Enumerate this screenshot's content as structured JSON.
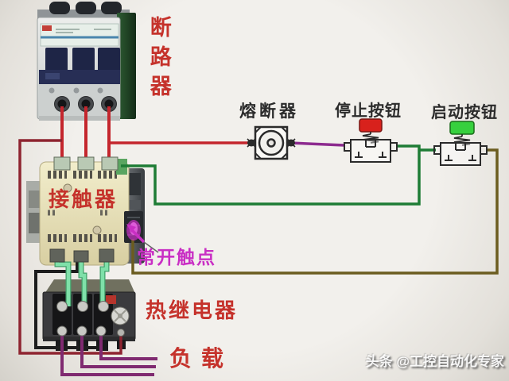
{
  "labels": {
    "breaker": "断路器",
    "fuse": "熔断器",
    "stop_button": "停止按钮",
    "start_button": "启动按钮",
    "contactor": "接触器",
    "no_contact": "常开触点",
    "thermal_relay": "热继电器",
    "load": "负载"
  },
  "watermark": "头条 @工控自动化专家",
  "colors": {
    "label_red": "#c5322b",
    "label_magenta": "#c92fc4",
    "label_dark": "#2b2b2b",
    "symbol_ink": "#2b2b2b",
    "wire_red": "#c4262d",
    "wire_dark_red": "#8e2430",
    "wire_purple": "#8d2b8f",
    "wire_green": "#1e7c35",
    "wire_mint": "#7fe0a9",
    "wire_mint_edge": "#43a06b",
    "wire_olive": "#6b5c1f",
    "wire_black": "#1d1d1d",
    "wire_load_purple": "#7f2a70",
    "stop_cap": "#d8211c",
    "start_cap": "#37d03e"
  }
}
